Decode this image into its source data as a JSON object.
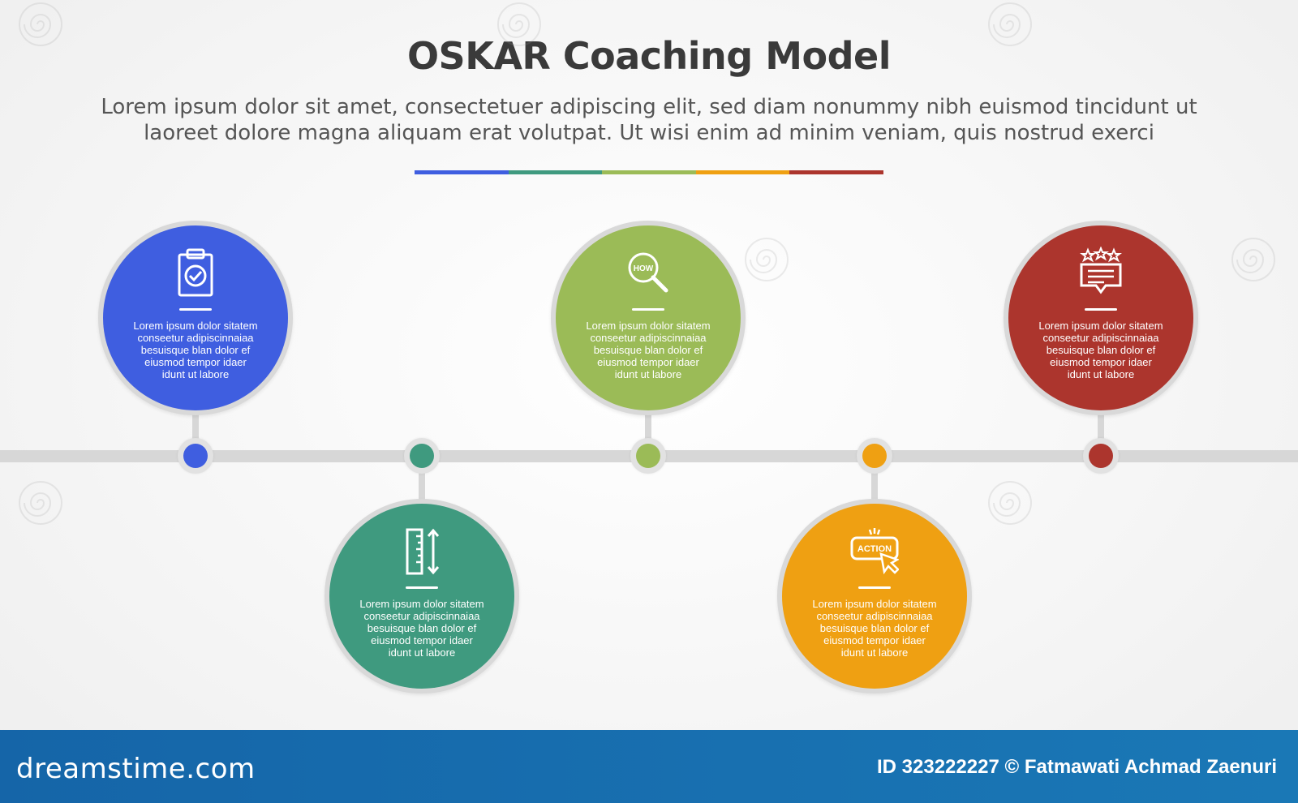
{
  "header": {
    "title": "OSKAR Coaching Model",
    "subtitle_line1": "Lorem ipsum dolor sit amet, consectetuer adipiscing elit, sed diam nonummy nibh euismod tincidunt ut",
    "subtitle_line2": "laoreet dolore magna aliquam erat volutpat. Ut wisi enim ad minim veniam, quis nostrud exerci"
  },
  "colors": {
    "blue": "#3f5ee0",
    "teal": "#3f9a7f",
    "green": "#9bbb57",
    "orange": "#efa012",
    "red": "#ac352d",
    "line": "#d7d7d7"
  },
  "steps": [
    {
      "icon": "clipboard-check-icon",
      "icon_text": "",
      "position": "above",
      "text": [
        "Lorem ipsum dolor sitatem",
        "conseetur adipiscinnaiaa",
        "besuisque blan dolor ef",
        "eiusmod tempor idaer",
        "idunt ut labore"
      ]
    },
    {
      "icon": "ruler-measure-icon",
      "icon_text": "",
      "position": "below",
      "text": [
        "Lorem ipsum dolor sitatem",
        "conseetur adipiscinnaiaa",
        "besuisque blan dolor ef",
        "eiusmod tempor idaer",
        "idunt ut labore"
      ]
    },
    {
      "icon": "magnifier-how-icon",
      "icon_text": "HOW",
      "position": "above",
      "text": [
        "Lorem ipsum dolor sitatem",
        "conseetur adipiscinnaiaa",
        "besuisque blan dolor ef",
        "eiusmod tempor idaer",
        "idunt ut labore"
      ]
    },
    {
      "icon": "action-button-icon",
      "icon_text": "ACTION",
      "position": "below",
      "text": [
        "Lorem ipsum dolor sitatem",
        "conseetur adipiscinnaiaa",
        "besuisque blan dolor ef",
        "eiusmod tempor idaer",
        "idunt ut labore"
      ]
    },
    {
      "icon": "review-stars-icon",
      "icon_text": "",
      "position": "above",
      "text": [
        "Lorem ipsum dolor sitatem",
        "conseetur adipiscinnaiaa",
        "besuisque blan dolor ef",
        "eiusmod tempor idaer",
        "idunt ut labore"
      ]
    }
  ],
  "footer": {
    "brand": "dreamstime.com",
    "credit": "ID 323222227 © Fatmawati  Achmad Zaenuri"
  }
}
